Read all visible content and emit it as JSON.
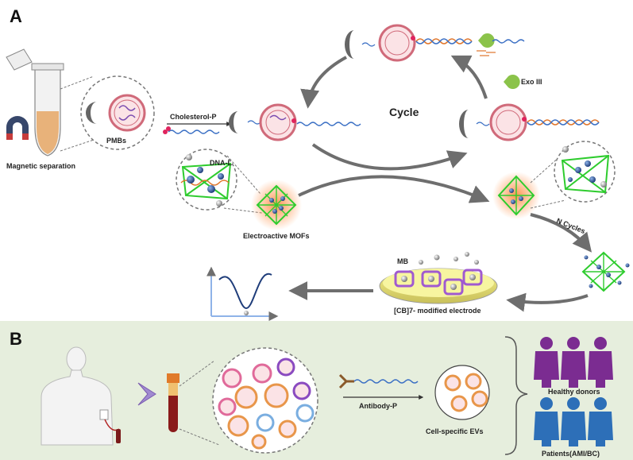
{
  "panels": {
    "a": "A",
    "b": "B"
  },
  "labels": {
    "magnetic_separation": "Magnetic separation",
    "pmbs": "PMBs",
    "cholesterol_p": "Cholesterol-P",
    "dna_l": "DNA-L",
    "electroactive_mofs": "Electroactive MOFs",
    "cycle": "Cycle",
    "exo_iii": "Exo III",
    "n_cycles": "N Cycles",
    "mb": "MB",
    "cb7_electrode": "[CB]7- modified electrode",
    "antibody_p": "Antibody-P",
    "cell_specific_evs": "Cell-specific  EVs",
    "healthy_donors": "Healthy donors",
    "patients": "Patients(AMI/BC)"
  },
  "colors": {
    "panel_b_background": "#e6eedd",
    "healthy_donor": "#7b2c91",
    "patient": "#2d6fb8",
    "mof_frame": "#2ecc2e",
    "arrow": "#6e6e6e"
  }
}
